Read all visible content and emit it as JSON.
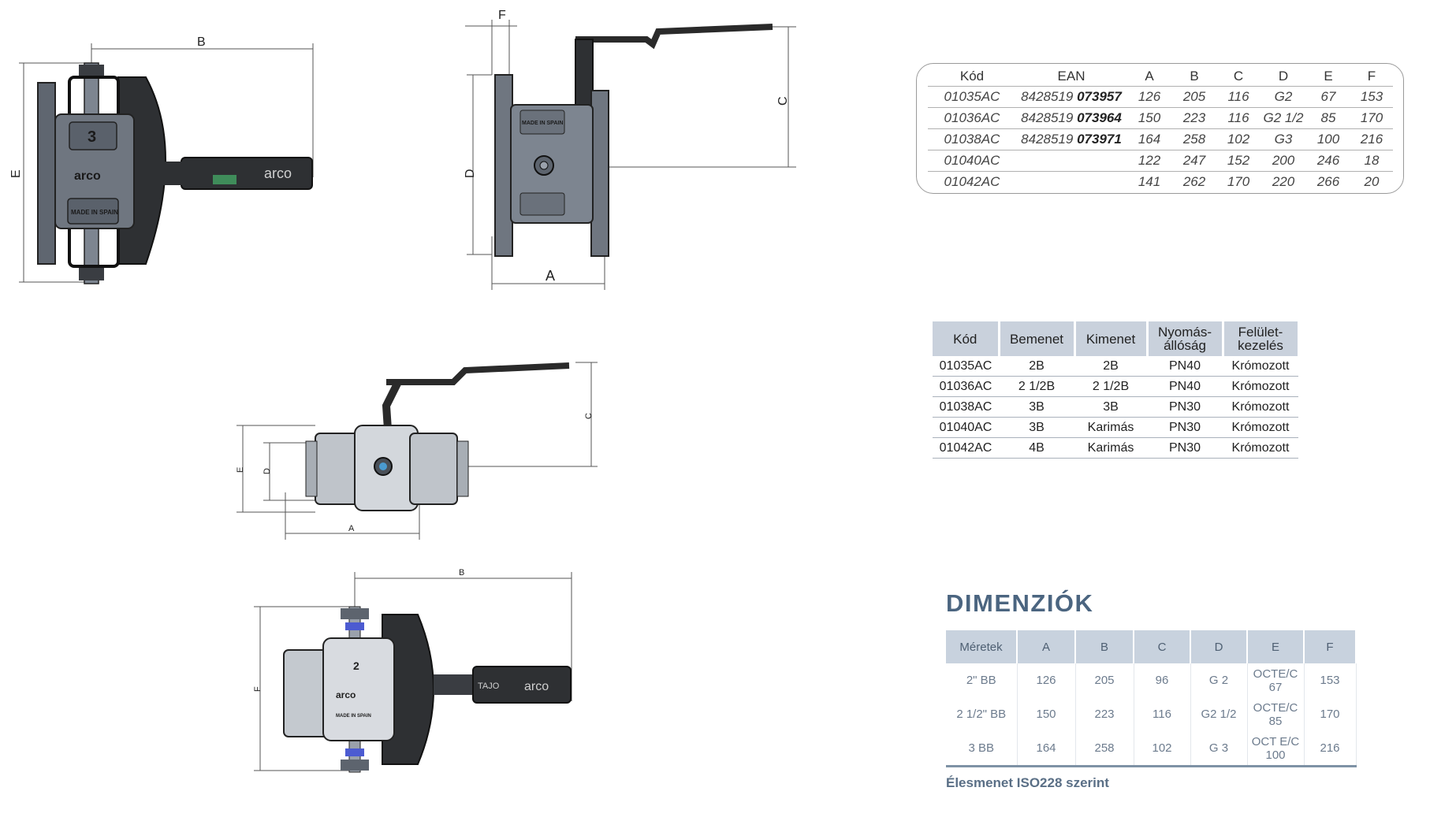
{
  "drawings": {
    "labels": {
      "A": "A",
      "B": "B",
      "C": "C",
      "D": "D",
      "E": "E",
      "F": "F"
    },
    "valve_number_top": "3",
    "valve_number_bottom": "2",
    "body_text": "MADE IN SPAIN",
    "brand": "arco",
    "handle_code": "TAJO"
  },
  "dimension_table": {
    "headers": [
      "Kód",
      "EAN",
      "A",
      "B",
      "C",
      "D",
      "E",
      "F"
    ],
    "rows": [
      {
        "kod": "01035AC",
        "ean_prefix": "8428519",
        "ean_suffix": "073957",
        "a": "126",
        "b": "205",
        "c": "116",
        "d": "G2",
        "e": "67",
        "f": "153"
      },
      {
        "kod": "01036AC",
        "ean_prefix": "8428519",
        "ean_suffix": "073964",
        "a": "150",
        "b": "223",
        "c": "116",
        "d": "G2 1/2",
        "e": "85",
        "f": "170"
      },
      {
        "kod": "01038AC",
        "ean_prefix": "8428519",
        "ean_suffix": "073971",
        "a": "164",
        "b": "258",
        "c": "102",
        "d": "G3",
        "e": "100",
        "f": "216"
      },
      {
        "kod": "01040AC",
        "ean_prefix": "",
        "ean_suffix": "",
        "a": "122",
        "b": "247",
        "c": "152",
        "d": "200",
        "e": "246",
        "f": "18"
      },
      {
        "kod": "01042AC",
        "ean_prefix": "",
        "ean_suffix": "",
        "a": "141",
        "b": "262",
        "c": "170",
        "d": "220",
        "e": "266",
        "f": "20"
      }
    ]
  },
  "spec_table": {
    "headers": {
      "kod": "Kód",
      "bemenet": "Bemenet",
      "kimenet": "Kimenet",
      "nyomas_1": "Nyomás-",
      "nyomas_2": "állóság",
      "felulet_1": "Felület-",
      "felulet_2": "kezelés"
    },
    "rows": [
      {
        "kod": "01035AC",
        "bemenet": "2B",
        "kimenet": "2B",
        "nyomas": "PN40",
        "felulet": "Krómozott"
      },
      {
        "kod": "01036AC",
        "bemenet": "2 1/2B",
        "kimenet": "2 1/2B",
        "nyomas": "PN40",
        "felulet": "Krómozott"
      },
      {
        "kod": "01038AC",
        "bemenet": "3B",
        "kimenet": "3B",
        "nyomas": "PN30",
        "felulet": "Krómozott"
      },
      {
        "kod": "01040AC",
        "bemenet": "3B",
        "kimenet": "Karimás",
        "nyomas": "PN30",
        "felulet": "Krómozott"
      },
      {
        "kod": "01042AC",
        "bemenet": "4B",
        "kimenet": "Karimás",
        "nyomas": "PN30",
        "felulet": "Krómozott"
      }
    ]
  },
  "dimenziok": {
    "title": "DIMENZIÓK",
    "headers": [
      "Méretek",
      "A",
      "B",
      "C",
      "D",
      "E",
      "F"
    ],
    "rows": [
      [
        "2\" BB",
        "126",
        "205",
        "96",
        "G 2",
        "OCTE/C 67",
        "153"
      ],
      [
        "2 1/2\" BB",
        "150",
        "223",
        "116",
        "G2 1/2",
        "OCTE/C 85",
        "170"
      ],
      [
        "3 BB",
        "164",
        "258",
        "102",
        "G 3",
        "OCT E/C 100",
        "216"
      ]
    ],
    "note": "Élesmenet ISO228 szerint"
  }
}
